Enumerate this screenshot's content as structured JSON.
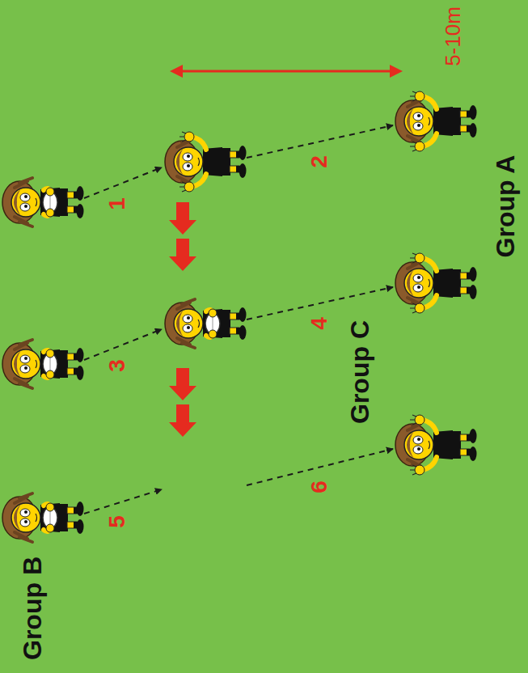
{
  "diagram": {
    "labels": [
      "5-10m",
      "1",
      "2",
      "3",
      "4",
      "5",
      "6",
      "Group A",
      "Group B",
      "Group C"
    ]
  }
}
